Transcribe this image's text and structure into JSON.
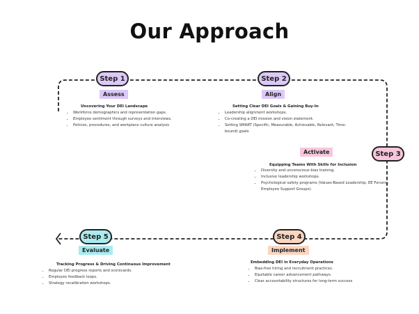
{
  "title": "Our Approach",
  "steps": [
    {
      "label": "Step 1",
      "phase": "Assess",
      "subtitle": "Uncovering Your DEI Landscape",
      "bullets": [
        "Workforce demographics and representation gaps.",
        "Employee sentiment through surveys and interviews.",
        "Policies, procedures, and workplace culture analysis"
      ],
      "pill_color": "#dcc8f7",
      "tag_color": "#dcc8f7"
    },
    {
      "label": "Step 2",
      "phase": "Align",
      "subtitle": "Setting Clear DEI Goals & Gaining Buy-In",
      "bullets": [
        "Leadership alignment workshops.",
        "Co-creating a DEI mission and vision statement.",
        "Setting SMART (Specific, Measurable, Achievable, Relevant, Time-bound) goals"
      ],
      "pill_color": "#dcc8f7",
      "tag_color": "#dcc8f7"
    },
    {
      "label": "Step 3",
      "phase": "Activate",
      "subtitle": "Equipping Teams With Skills for Inclusion",
      "bullets": [
        "Diversity and unconscious bias training.",
        "Inclusive leadership workshops.",
        "Psychological safety programs (Values-Based Leadership, EE Forums, Employee Support Groups)."
      ],
      "pill_color": "#f7c6dc",
      "tag_color": "#f7c6dc"
    },
    {
      "label": "Step 4",
      "phase": "Implement",
      "subtitle": "Embedding DEI in Everyday Operations",
      "bullets": [
        "Bias-free hiring and recruitment practices.",
        "Equitable career advancement pathways.",
        "Clear accountability structures for long-term success"
      ],
      "pill_color": "#fad6c2",
      "tag_color": "#fad6c2"
    },
    {
      "label": "Step 5",
      "phase": "Evaluate",
      "subtitle": "Tracking Progress & Driving Continuous Improvement",
      "bullets": [
        "Regular DEI progress reports and scorecards.",
        "Employee feedback loops.",
        "Strategy recalibration workshops."
      ],
      "pill_color": "#a9ebf0",
      "tag_color": "#a9ebf0"
    }
  ]
}
